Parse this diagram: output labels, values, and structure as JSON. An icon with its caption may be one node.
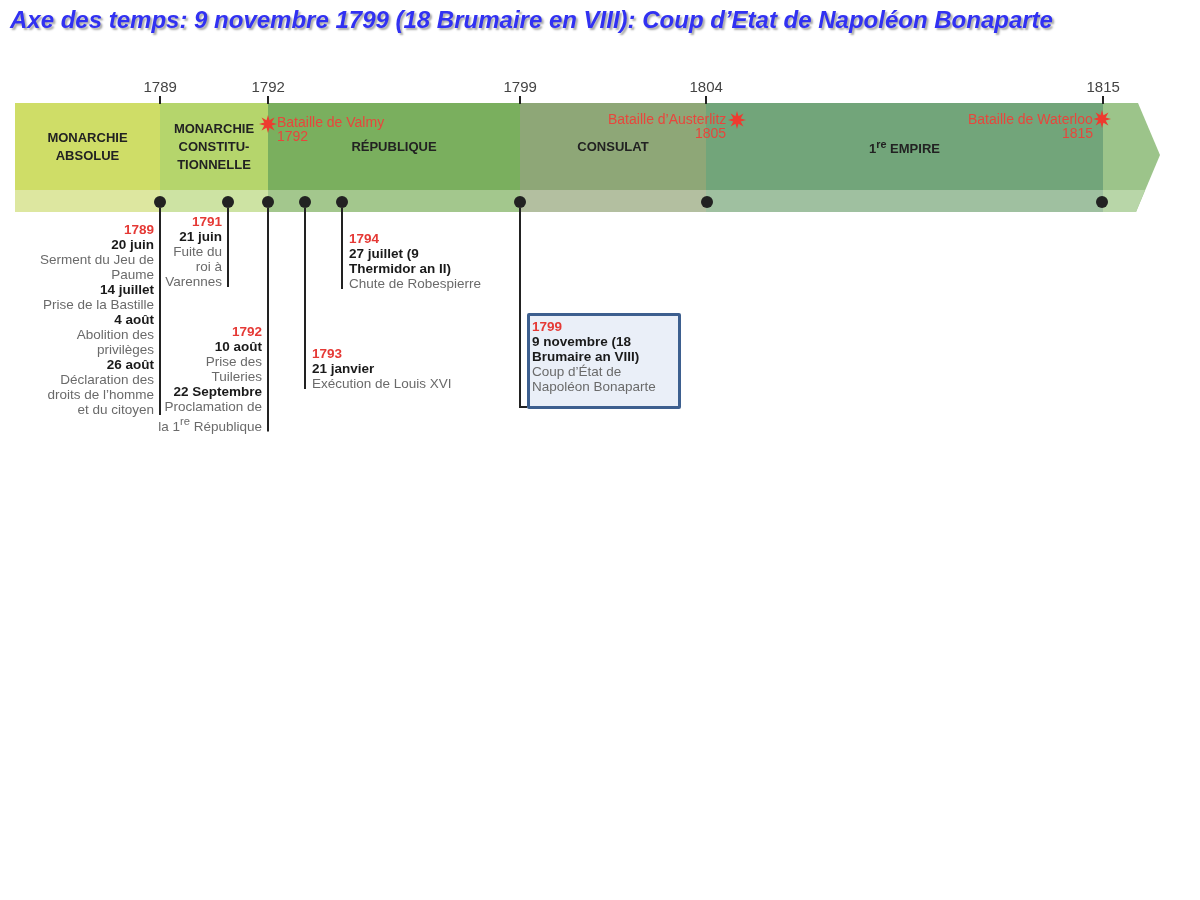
{
  "diagram": {
    "title": "Axe des temps: 9 novembre 1799 (18 Brumaire en VIII): Coup d’Etat de Napoléon Bonaparte",
    "nodes": [
      {
        "text": [
          "MONARCHIE ABSOLUE"
        ]
      },
      {
        "text": [
          "MONARCHIE CONSTITU- TIONNELLE"
        ]
      },
      {
        "text": [
          "RÉPUBLIQUE"
        ]
      },
      {
        "text": [
          "CONSULAT"
        ]
      },
      {
        "text": [
          "1$^{re}$ EMPIRE"
        ]
      },
      {
        "text": [],
        "shape": "circle"
      },
      {
        "text": [],
        "shape": "circle",
        "in": 1
      },
      {
        "text": [],
        "shape": "circle"
      },
      {
        "text": [],
        "shape": "circle",
        "in": 2
      },
      {
        "text": [],
        "shape": "circle",
        "in": 2
      },
      {
        "text": [],
        "shape": "circle"
      },
      {
        "text": [],
        "shape": "circle"
      },
      {
        "text": [],
        "shape": "circle"
      },
      {
        "text": [
          "1789",
          "20 juin",
          "Serment du Jeu de Paume",
          "14 juillet",
          "Prise de la Bastille",
          "4 août",
          "Abolition des privilèges",
          "26 août",
          "Déclaration des droits de l’homme et du citoyen"
        ]
      },
      {
        "text": [
          "1791",
          "21 juin",
          "Fuite du roi à Varennes"
        ]
      },
      {
        "text": [
          "1792",
          "10 août",
          "Prise des Tuileries",
          "22 Septembre",
          "Proclamation de la 1$^{re}$ République"
        ]
      },
      {
        "text": [
          "1793",
          "21 janvier",
          "Exécution de Louis XVI"
        ]
      },
      {
        "text": [
          "1794",
          "27 juillet (9 Thermidor an II)",
          "Chute de Robespierre"
        ]
      },
      {
        "text": [
          "1799",
          "9 novembre (18 Brumaire an VIII)",
          "Coup d’État de Napoléon Bonaparte"
        ]
      }
    ],
    "edges": [
      {
        "from": 13,
        "to": 5,
        "arrow": "none"
      },
      {
        "from": 14,
        "to": 6,
        "arrow": "none"
      },
      {
        "from": 15,
        "to": 7,
        "arrow": "none"
      },
      {
        "from": 16,
        "to": 8,
        "arrow": "none"
      },
      {
        "from": 17,
        "to": 9,
        "arrow": "none"
      },
      {
        "from": 18,
        "to": 10,
        "arrow": "none"
      }
    ],
    "labels": [
      "1789",
      "1792",
      "1799",
      "1804",
      "1815",
      "Bataille de Valmy",
      "1792",
      "Bataille d’Austerlitz",
      "1805",
      "Bataille de Waterloo",
      "1815"
    ]
  }
}
